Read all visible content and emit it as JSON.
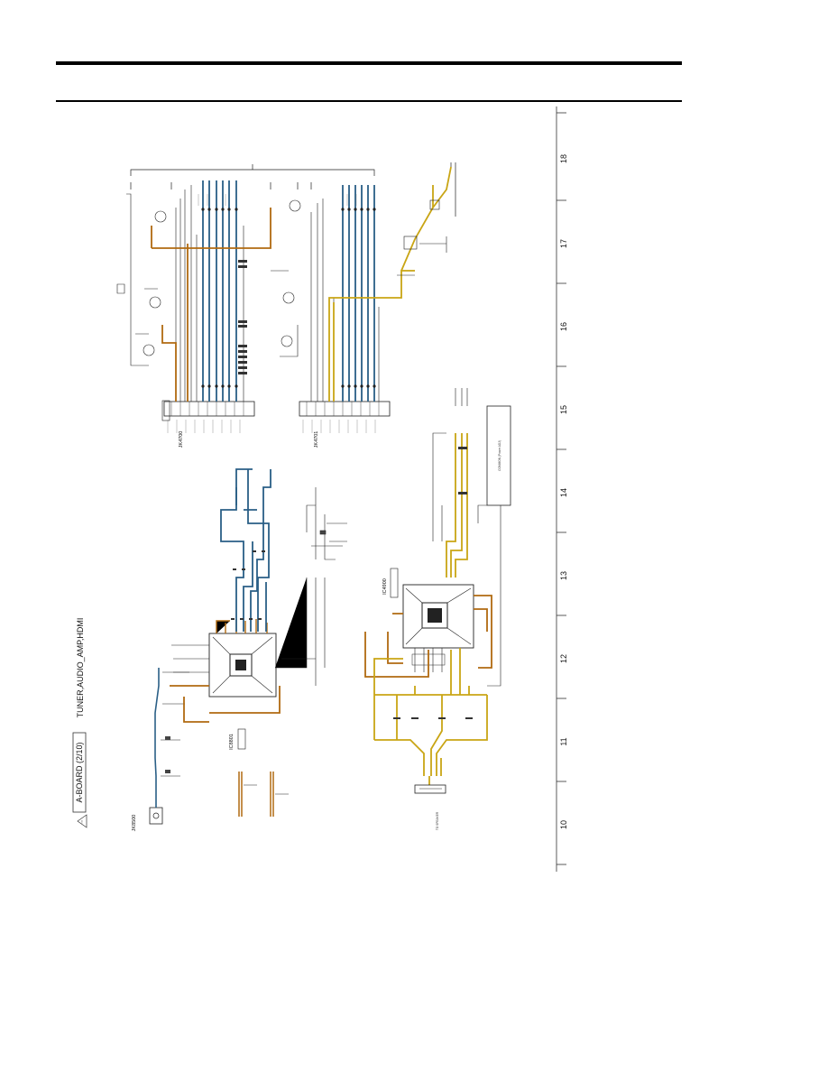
{
  "sheet": {
    "board_title": "A-BOARD (2/10)",
    "sheet_title": "TUNER,AUDIO_AMP,HDMI"
  },
  "grid": {
    "columns": [
      "10",
      "11",
      "12",
      "13",
      "14",
      "15",
      "16",
      "17",
      "18"
    ]
  },
  "components": {
    "jk8500": {
      "ref": "JK8500"
    },
    "ic8801": {
      "ref": "IC8801"
    },
    "ic4900": {
      "ref": "IC4900"
    },
    "jk4700": {
      "ref": "JK4700"
    },
    "jk4701": {
      "ref": "JK4701"
    }
  },
  "connectors": {
    "speaker": "TO SPEAKER",
    "common": "COMMON (Power ADJ)"
  },
  "colors": {
    "blue_bus": "#2a5f86",
    "orange_bus": "#b06a10",
    "yellow_bus": "#c9a514",
    "line": "#222222",
    "rule": "#000000"
  }
}
